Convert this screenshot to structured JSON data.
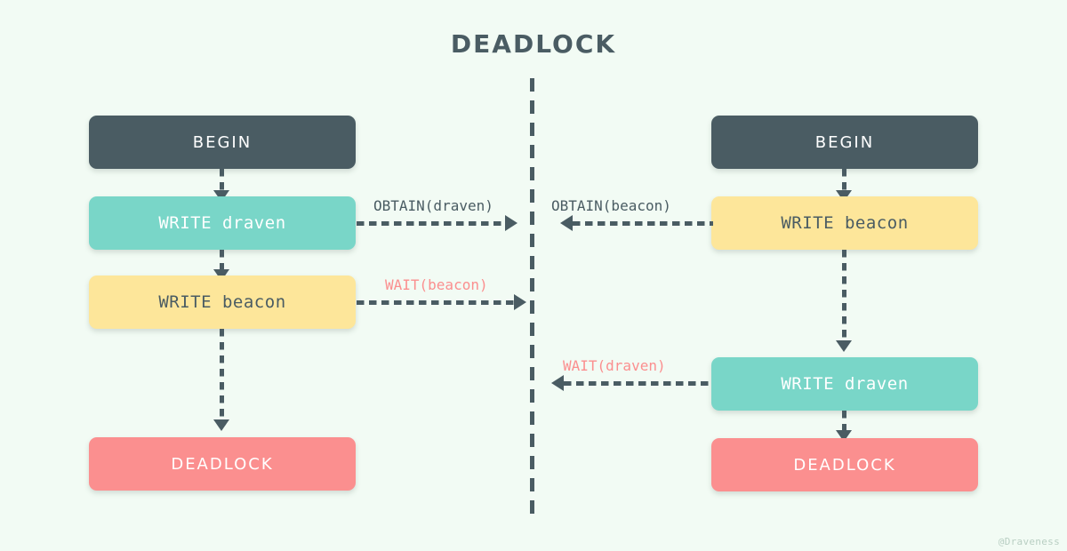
{
  "diagram": {
    "title": "DEADLOCK",
    "watermark": "@Draveness",
    "background_color": "#f2fbf4",
    "colors": {
      "dark": "#4a5c63",
      "teal": "#79d6c8",
      "yellow": "#fde69a",
      "pink": "#fb8f8f"
    }
  },
  "left_column": {
    "nodes": [
      {
        "label": "BEGIN",
        "style": "dark"
      },
      {
        "label": "WRITE draven",
        "style": "teal"
      },
      {
        "label": "WRITE beacon",
        "style": "yellow"
      },
      {
        "label": "DEADLOCK",
        "style": "pink"
      }
    ]
  },
  "right_column": {
    "nodes": [
      {
        "label": "BEGIN",
        "style": "dark"
      },
      {
        "label": "WRITE beacon",
        "style": "yellow"
      },
      {
        "label": "WRITE draven",
        "style": "teal"
      },
      {
        "label": "DEADLOCK",
        "style": "pink"
      }
    ]
  },
  "edges": [
    {
      "label": "OBTAIN(draven)",
      "style": "dark",
      "direction": "left-to-center"
    },
    {
      "label": "OBTAIN(beacon)",
      "style": "dark",
      "direction": "right-to-center"
    },
    {
      "label": "WAIT(beacon)",
      "style": "pink",
      "direction": "left-to-center"
    },
    {
      "label": "WAIT(draven)",
      "style": "pink",
      "direction": "right-to-center"
    }
  ]
}
